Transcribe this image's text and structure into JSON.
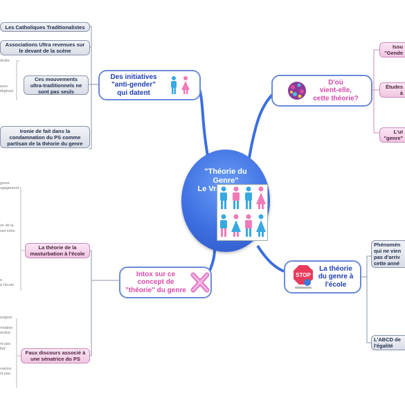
{
  "center": {
    "title_lines": [
      "\"Théorie du",
      "Genre\"",
      "Le Vrai du Faux"
    ]
  },
  "branches": {
    "initiatives": [
      "Des initiatives",
      "\"anti-gender\"",
      "qui datent"
    ],
    "origin": [
      "D'où",
      "vient-elle,",
      "cette théorie?"
    ],
    "intox": [
      "Intox sur ce",
      "concept de",
      "\"théorie\" du genre"
    ],
    "ecole": [
      "La théorie",
      "du genre à",
      "l'école"
    ]
  },
  "leaves": {
    "catholiques": "Les Catholiques Traditionalistes",
    "associations": [
      "Associations Ultra revenues sur",
      "le devant de la scène"
    ],
    "mouvements": [
      "Ces mouvements",
      "ultra-traditionnels ne",
      "sont pas seuls"
    ],
    "ironie": [
      "Ironie de fait dans la",
      "condamnation du PS comme",
      "partisan de la théorie du genre"
    ],
    "masturbation": [
      "La théorie de la",
      "masturbation à l'école"
    ],
    "faux_discours": [
      "Faux discours associé à",
      "une sénatrice du PS"
    ],
    "issu": [
      "Issu",
      "\"Gende"
    ],
    "etudes": [
      "Études",
      "à"
    ],
    "lut": [
      "L'ut",
      "\"genre\""
    ],
    "phenomene": [
      "Phénomèn",
      "qui ne vien",
      "pas d'arriv",
      "cette anné"
    ],
    "abcd": [
      "L'ABCD de",
      "l'égalité"
    ]
  },
  "fragments": {
    "mouvements_side": [
      "droite",
      "avec",
      "élighoul"
    ],
    "masturbation_top": [
      "grave",
      "sgagement"
    ],
    "masturbation_mid": [
      "on de la",
      "ses intox"
    ],
    "masturbation_low": [
      "e",
      "à l'école"
    ],
    "faux_top": [
      "esignor"
    ],
    "faux_mid": [
      "rmation",
      "endue"
    ],
    "faux_mid2": [
      "nt pas",
      "ltar\""
    ],
    "faux_low": [
      "natrice",
      "nt pas"
    ]
  },
  "icons": {
    "initiatives": "restroom-figures-icon",
    "origin": "virus-image-icon",
    "intox": "pink-x-icon",
    "ecole": "stop-sign-image-icon",
    "center": "gender-pictogram-grid-icon"
  },
  "colors": {
    "connector": "#3d6ee0",
    "branch_border": "#6a8ad8",
    "branch_text_blue": "#1f3fb0",
    "branch_text_pink": "#d84aa8",
    "figure_blue": "#38a8e0",
    "figure_pink": "#f07ab8"
  }
}
